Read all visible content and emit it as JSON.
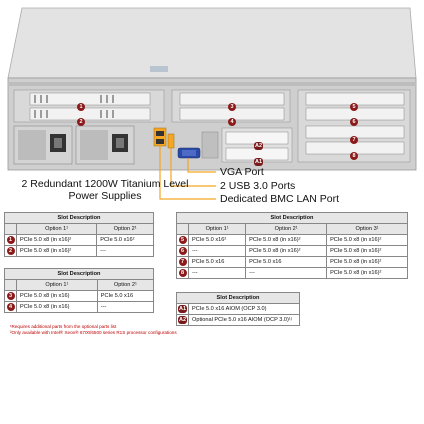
{
  "callouts": {
    "vga": "VGA Port",
    "usb": "2 USB 3.0 Ports",
    "bmc": "Dedicated BMC LAN Port",
    "psu": "2 Redundant 1200W Titanium Level Power Supplies"
  },
  "slot_labels": [
    "1",
    "2",
    "3",
    "4",
    "5",
    "6",
    "7",
    "8",
    "A1",
    "A2"
  ],
  "table1": {
    "title": "Slot Description",
    "headers": [
      "Option 1¹",
      "Option 2¹"
    ],
    "rows": [
      {
        "slot": "1",
        "cells": [
          "PCIe 5.0 x8 (in x16)²",
          "PCIe 5.0 x16²"
        ]
      },
      {
        "slot": "2",
        "cells": [
          "PCIe 5.0 x8 (in x16)²",
          "---"
        ]
      }
    ]
  },
  "table2": {
    "title": "Slot Description",
    "headers": [
      "Option 1¹",
      "Option 2¹"
    ],
    "rows": [
      {
        "slot": "3",
        "cells": [
          "PCIe 5.0 x8 (in x16)",
          "PCIe 5.0 x16"
        ]
      },
      {
        "slot": "4",
        "cells": [
          "PCIe 5.0 x8 (in x16)",
          "---"
        ]
      }
    ]
  },
  "table3": {
    "title": "Slot Description",
    "headers": [
      "Option 1¹",
      "Option 2¹",
      "Option 3¹"
    ],
    "rows": [
      {
        "slot": "5",
        "cells": [
          "PCIe 5.0 x16²",
          "PCIe 5.0 x8 (in x16)²",
          "PCIe 5.0 x8 (in x16)²"
        ]
      },
      {
        "slot": "6",
        "cells": [
          "---",
          "PCIe 5.0 x8 (in x16)²",
          "PCIe 5.0 x8 (in x16)²"
        ]
      },
      {
        "slot": "7",
        "cells": [
          "PCIe 5.0 x16",
          "PCIe 5.0 x16",
          "PCIe 5.0 x8 (in x16)²"
        ]
      },
      {
        "slot": "8",
        "cells": [
          "---",
          "---",
          "PCIe 5.0 x8 (in x16)²"
        ]
      }
    ]
  },
  "table4": {
    "title": "Slot Description",
    "rows": [
      {
        "slot": "A1",
        "cells": [
          "PCIe 5.0 x16 AIOM (OCP 3.0)"
        ]
      },
      {
        "slot": "A2",
        "cells": [
          "Optional PCIe 5.0 x16 AIOM (OCP 3.0)¹ʲ"
        ]
      }
    ]
  },
  "footnotes": [
    "¹Requires additional parts from the optional parts list",
    "²Only available with Intel® Xeon® 6700/6500 series R1S processor configurations"
  ],
  "colors": {
    "badge": "#8b1a1a",
    "chassis": "#c8c8c8",
    "accent_yellow": "#f5a623",
    "vga_blue": "#2a4aa8"
  }
}
